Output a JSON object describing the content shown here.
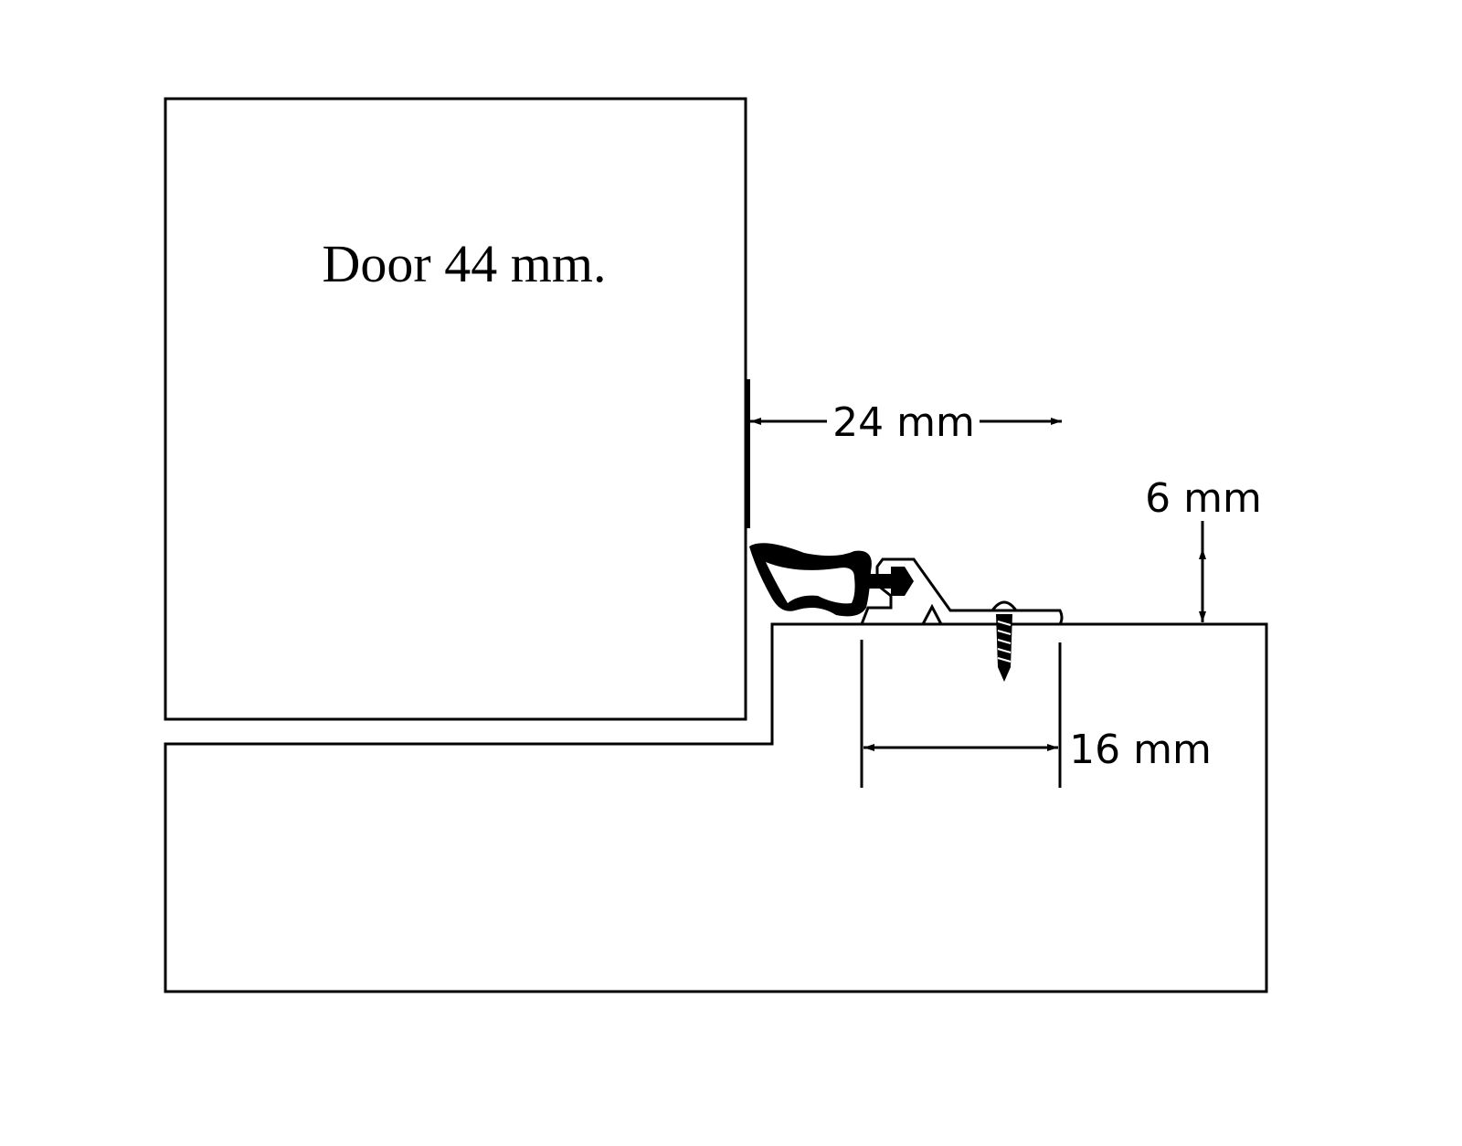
{
  "labels": {
    "door": "Door 44 mm.",
    "gap_width": "24 mm",
    "seal_height": "6 mm",
    "fixing_width": "16 mm"
  },
  "colors": {
    "line": "#000000",
    "background": "#ffffff"
  }
}
